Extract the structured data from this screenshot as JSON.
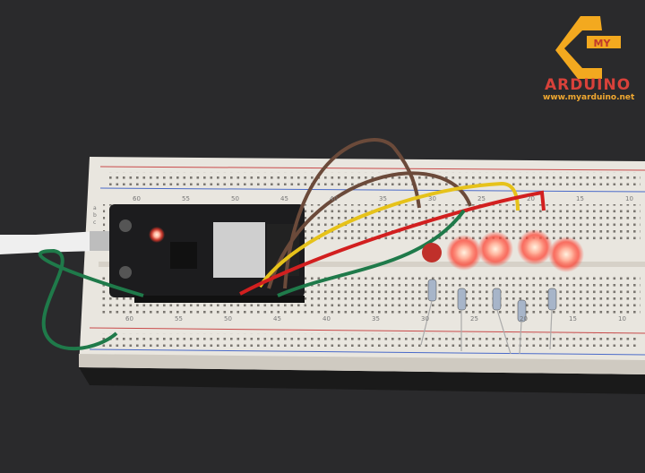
{
  "logo": {
    "brand": "ARDUINO",
    "prefix": "MY",
    "url": "www.myarduino.net"
  },
  "colors": {
    "background": "#2a2a2c",
    "breadboard": "#e9e6df",
    "board": "#1c1c1e",
    "led_glow": "#ff3a2a",
    "wire_brown": "#6b4a3a",
    "wire_yellow": "#e6c21a",
    "wire_red": "#d21f1f",
    "wire_green": "#1f7a4a",
    "logo_orange": "#f3a91f",
    "logo_red": "#d8413a"
  },
  "breadboard": {
    "column_numbers_top": [
      "60",
      "55",
      "50",
      "45",
      "40",
      "35",
      "30",
      "25",
      "20",
      "15",
      "10"
    ],
    "column_numbers_bottom": [
      "60",
      "55",
      "50",
      "45",
      "40",
      "35",
      "30",
      "25",
      "20",
      "15",
      "10"
    ],
    "row_letters": [
      "a",
      "b",
      "c"
    ]
  }
}
